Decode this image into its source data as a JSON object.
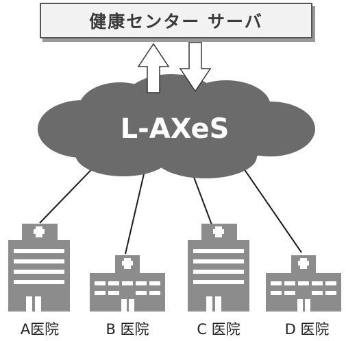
{
  "server": {
    "label": "健康センター サーバ"
  },
  "network": {
    "label": "L-AXeS"
  },
  "hospitals": [
    {
      "label": "A医院"
    },
    {
      "label": "B 医院"
    },
    {
      "label": "C 医院"
    },
    {
      "label": "D 医院"
    }
  ],
  "colors": {
    "cloud": "#6b6b6b",
    "building": "#8c8c8c",
    "server_fill": "#f2f2f2",
    "line": "#1a1a1a"
  }
}
